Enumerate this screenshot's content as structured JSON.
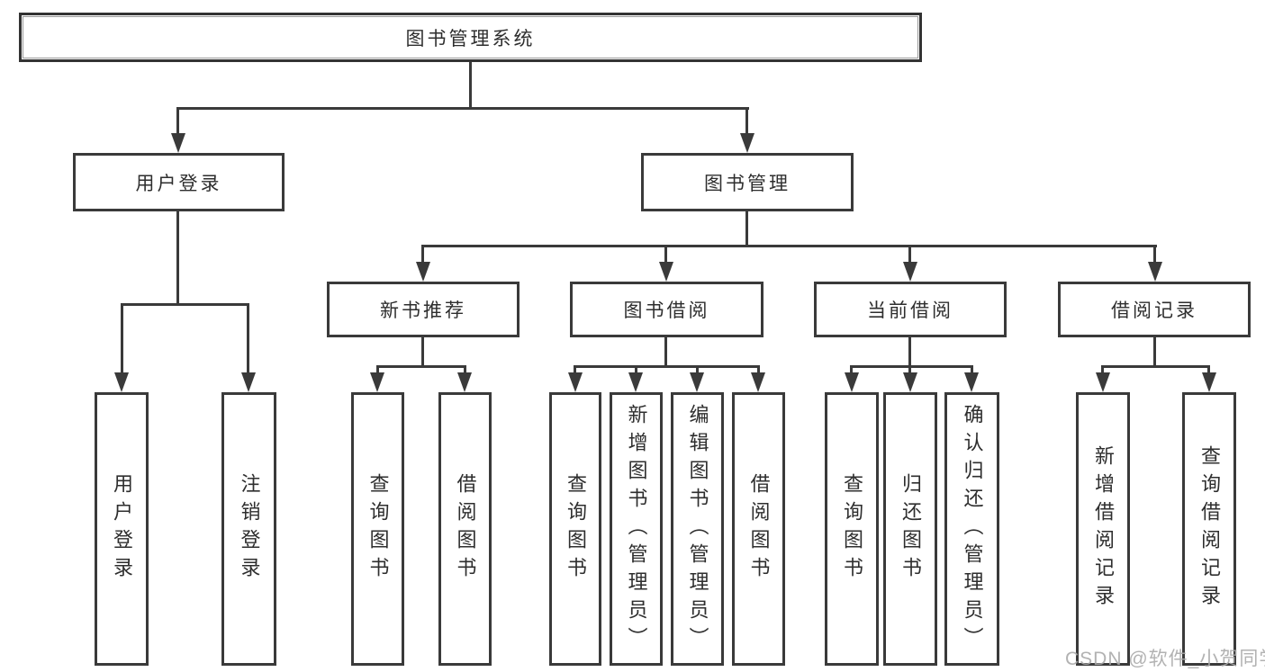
{
  "colors": {
    "line": "#3a3a3a",
    "text": "#2e2e2e",
    "box_background": "#ffffff",
    "page_background": "#ffffff",
    "watermark": "#aaaaaa"
  },
  "watermark": "CSDN @软件_小贺同学",
  "tree": {
    "root": {
      "label": "图书管理系统"
    },
    "user_login": {
      "label": "用户登录",
      "children": [
        {
          "label": "用户登录"
        },
        {
          "label": "注销登录"
        }
      ]
    },
    "book_management": {
      "label": "图书管理",
      "sections": [
        {
          "label": "新书推荐",
          "children": [
            {
              "label": "查询图书"
            },
            {
              "label": "借阅图书"
            }
          ]
        },
        {
          "label": "图书借阅",
          "children": [
            {
              "label": "查询图书"
            },
            {
              "label": "新增图书（管理员）"
            },
            {
              "label": "编辑图书（管理员）"
            },
            {
              "label": "借阅图书"
            }
          ]
        },
        {
          "label": "当前借阅",
          "children": [
            {
              "label": "查询图书"
            },
            {
              "label": "归还图书"
            },
            {
              "label": "确认归还（管理员）"
            }
          ]
        },
        {
          "label": "借阅记录",
          "children": [
            {
              "label": "新增借阅记录"
            },
            {
              "label": "查询借阅记录"
            }
          ]
        }
      ]
    }
  }
}
